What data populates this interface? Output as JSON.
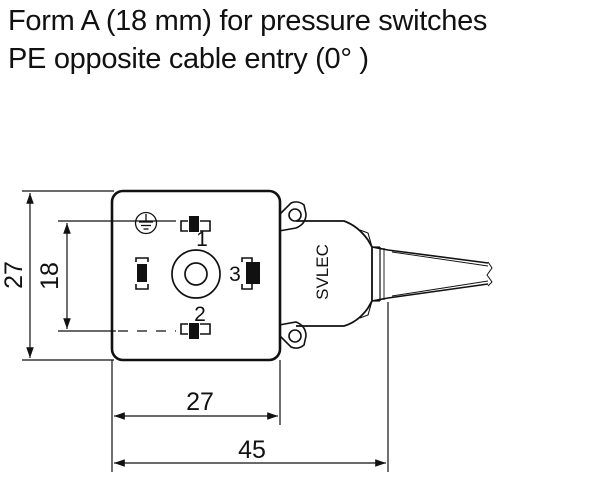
{
  "title": {
    "line1": "Form A (18 mm) for pressure switches",
    "line2": "PE opposite cable entry (0°   )"
  },
  "dimensions": {
    "outer_height": "27",
    "contact_spacing": "18",
    "housing_width": "27",
    "total_length": "45"
  },
  "pin_labels": {
    "pin1": "1",
    "pin2": "2",
    "pin3": "3"
  },
  "brand_text": "SVLEC",
  "symbols": {
    "ground": "protective-earth-icon"
  }
}
